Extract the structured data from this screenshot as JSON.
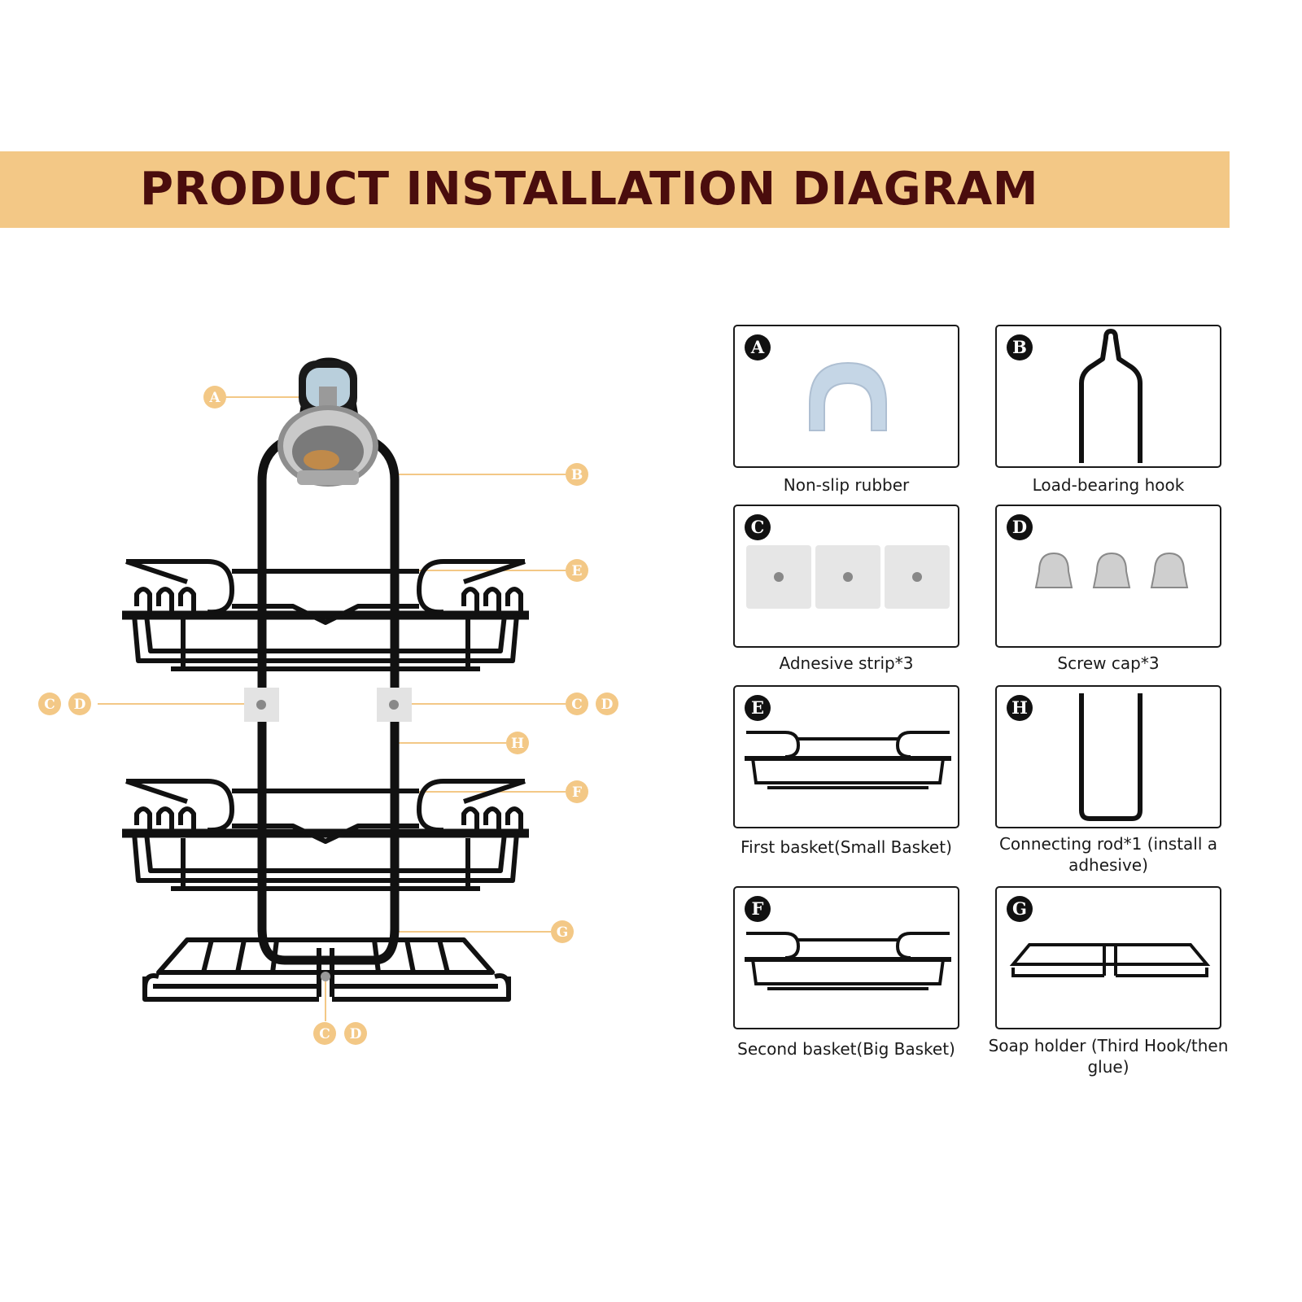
{
  "banner": {
    "title": "PRODUCT INSTALLATION DIAGRAM"
  },
  "assembly": {
    "callouts": {
      "a": "A",
      "b": "B",
      "e": "E",
      "h": "H",
      "f": "F",
      "g": "G",
      "cd_left_c": "C",
      "cd_left_d": "D",
      "cd_right_c": "C",
      "cd_right_d": "D",
      "cd_bottom_c": "C",
      "cd_bottom_d": "D"
    }
  },
  "parts": [
    {
      "letter": "A",
      "caption": "Non-slip rubber"
    },
    {
      "letter": "B",
      "caption": "Load-bearing hook"
    },
    {
      "letter": "C",
      "caption": "Adnesive strip*3"
    },
    {
      "letter": "D",
      "caption": "Screw cap*3"
    },
    {
      "letter": "E",
      "caption": "First basket(Small Basket)"
    },
    {
      "letter": "H",
      "caption": "Connecting rod*1 (install a adhesive)"
    },
    {
      "letter": "F",
      "caption": "Second basket(Big Basket)"
    },
    {
      "letter": "G",
      "caption": "Soap holder (Third Hook/then glue)"
    }
  ],
  "colors": {
    "banner": "#f3c886",
    "title": "#4a0d0d",
    "callout": "#f3c886",
    "rack": "#111111"
  }
}
